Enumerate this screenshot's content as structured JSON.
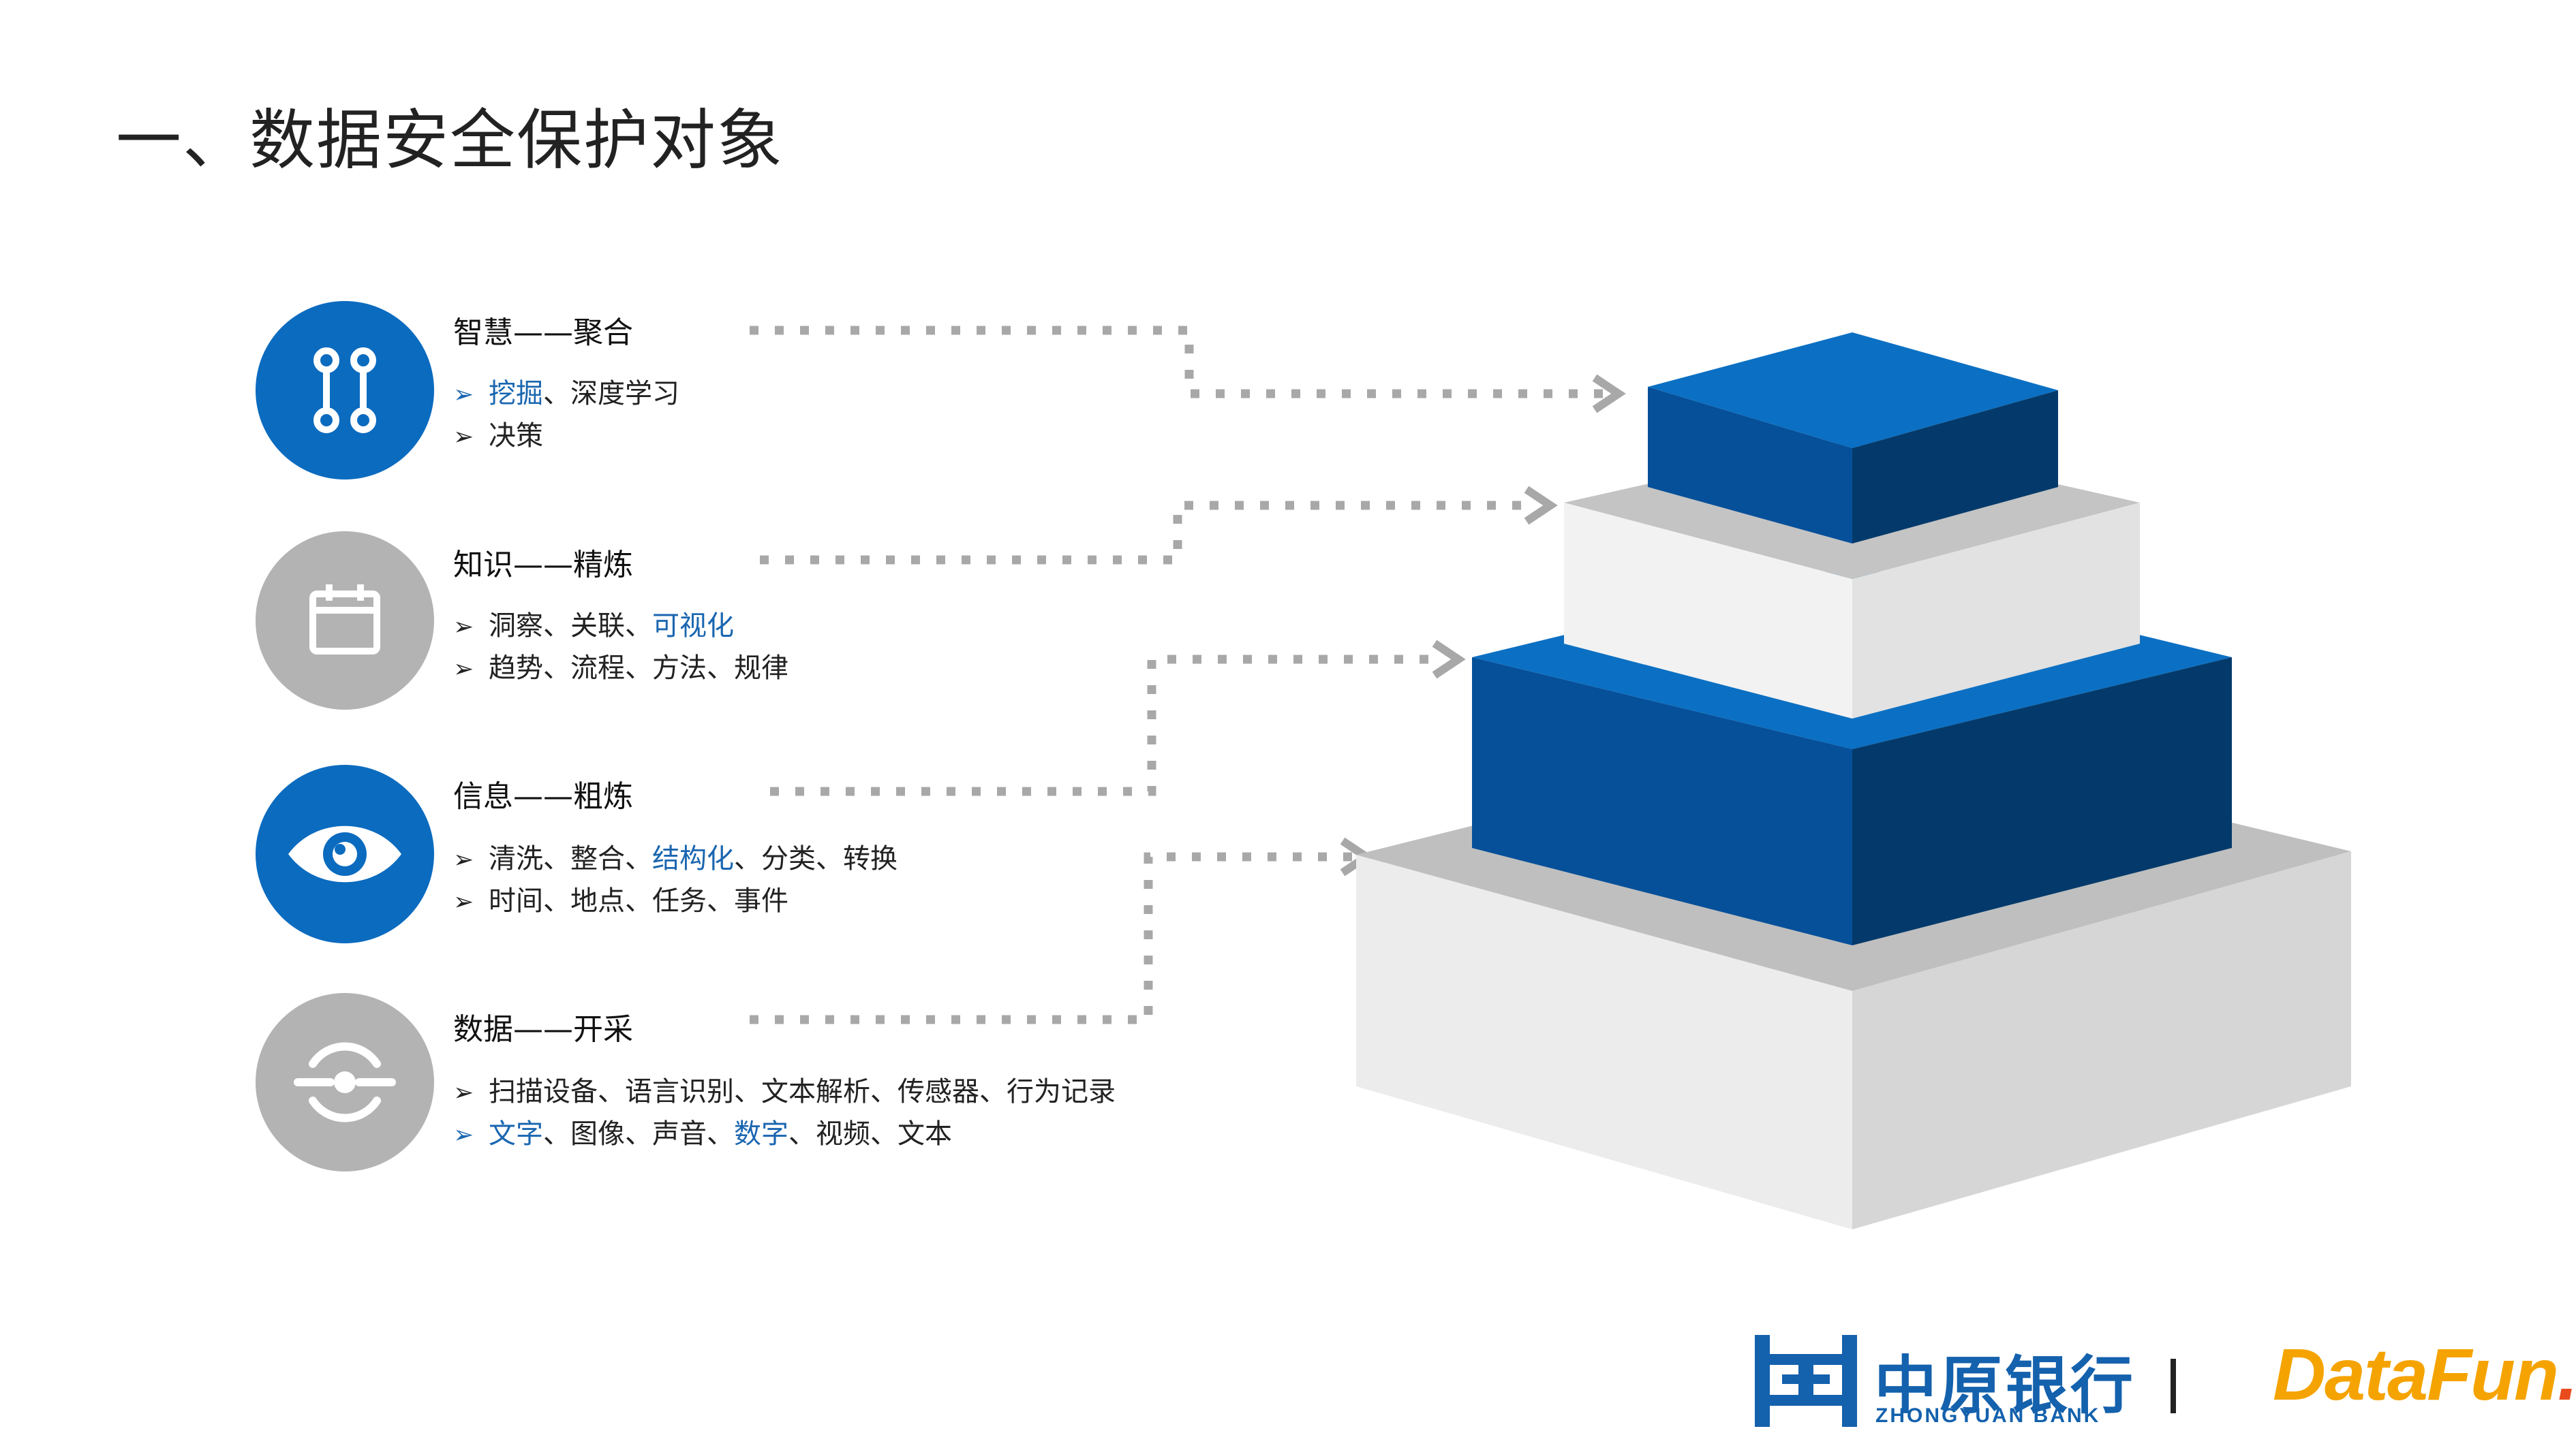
{
  "page": {
    "title": "一、数据安全保护对象"
  },
  "levels": [
    {
      "heading": "智慧——聚合",
      "icon": "connection-icon",
      "bullets": [
        {
          "highlight": "挖掘",
          "rest": "、深度学习"
        },
        {
          "highlight": "",
          "rest": "决策"
        }
      ]
    },
    {
      "heading": "知识——精炼",
      "icon": "calendar-icon",
      "bullets": [
        {
          "pre": "洞察、关联、",
          "highlight": "可视化",
          "post": ""
        },
        {
          "pre": "趋势、流程、方法、规律",
          "highlight": "",
          "post": ""
        }
      ]
    },
    {
      "heading": "信息——粗炼",
      "icon": "eye-icon",
      "bullets": [
        {
          "pre": "清洗、整合、",
          "highlight": "结构化",
          "post": "、分类、转换"
        },
        {
          "pre": "时间、地点、任务、事件",
          "highlight": "",
          "post": ""
        }
      ]
    },
    {
      "heading": "数据——开采",
      "icon": "data-flow-icon",
      "bullets": [
        {
          "pre": "扫描设备、语言识别、文本解析、传感器、行为记录",
          "highlight": "",
          "post": ""
        },
        {
          "highlight1": "文字",
          "mid1": "、图像、声音、",
          "highlight2": "数字",
          "post": "、视频、文本"
        }
      ]
    }
  ],
  "logos": {
    "bank_cn": "中原银行",
    "bank_en": "ZHONGYUAN BANK",
    "partner_main": "DataFun",
    "partner_dot": "."
  },
  "colors": {
    "blue": "#0b6bbf",
    "dark_blue": "#043a6b",
    "gray": "#b3b3b3",
    "highlight_text": "#1a66b0",
    "datafun_orange": "#f5a300"
  }
}
